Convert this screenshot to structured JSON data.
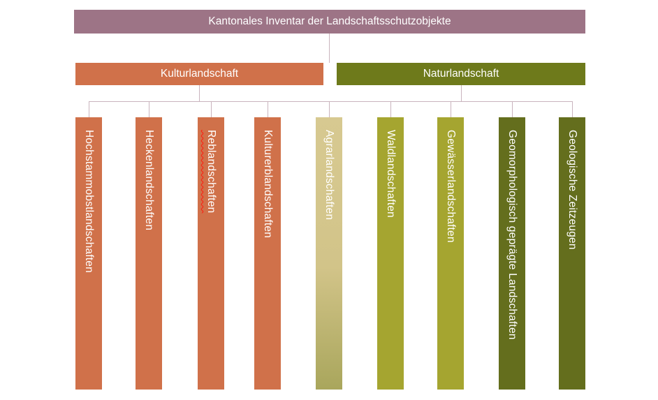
{
  "title": "Kantonales Inventar der Landschaftsschutzobjekte",
  "branches": [
    {
      "label": "Kulturlandschaft"
    },
    {
      "label": "Naturlandschaft"
    }
  ],
  "columns": [
    {
      "label": "Hochstammobstlandschaften",
      "group": "Kulturlandschaft"
    },
    {
      "label": "Heckenlandschaften",
      "group": "Kulturlandschaft"
    },
    {
      "label": "Reblandschaften",
      "group": "Kulturlandschaft",
      "spellcheck_underline": true
    },
    {
      "label": "Kulturerblandschaften",
      "group": "Kulturlandschaft"
    },
    {
      "label": "Agrarlandschaften",
      "group": "Kulturlandschaft"
    },
    {
      "label": "Waldlandschaften",
      "group": "Naturlandschaft"
    },
    {
      "label": "Gewässerlandschaften",
      "group": "Naturlandschaft"
    },
    {
      "label": "Geomorphologisch geprägte Landschaften",
      "group": "Naturlandschaft"
    },
    {
      "label": "Geologische Zeitzeugen",
      "group": "Naturlandschaft"
    }
  ],
  "colors": {
    "title_bg": "#9d7486",
    "kultur_bg": "#d0714a",
    "natur_bg": "#6e7a1b",
    "orange": "#d0714a",
    "agrar_bg": "linear-gradient(180deg, #d7c991 0%, #d2c489 55%, #a9a65c 100%)",
    "green": "#a5a530",
    "dark_olive": "#646e1d",
    "connector": "#c9b3bd",
    "text": "#ffffff",
    "spell_underline": "#ff1a0e"
  }
}
